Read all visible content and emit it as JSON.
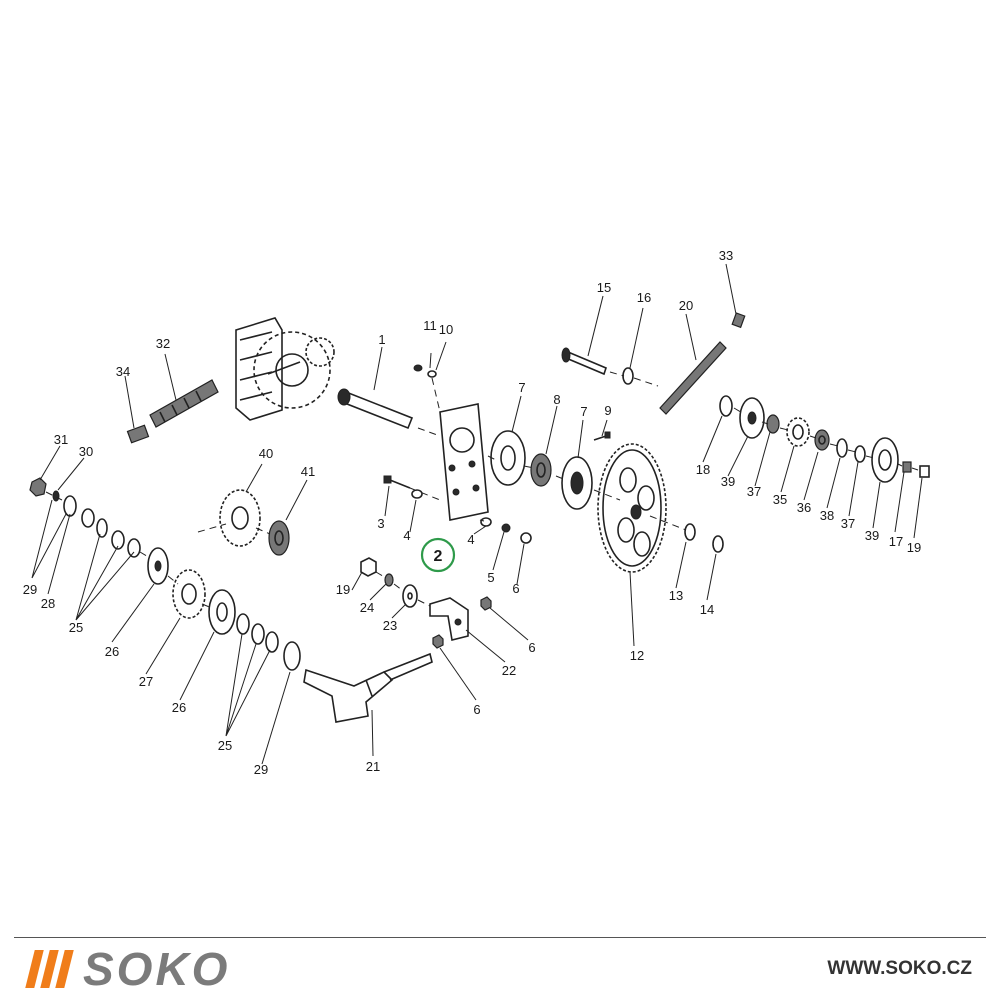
{
  "highlight_color": "#2e9a4a",
  "brand": {
    "name": "SOKO",
    "url": "WWW.SOKO.CZ",
    "accent_color": "#f07d1a",
    "text_color": "#7b7b7b"
  },
  "highlighted_part": "2",
  "part_labels": [
    {
      "id": "l1",
      "text": "1"
    },
    {
      "id": "l2",
      "text": "2"
    },
    {
      "id": "l3",
      "text": "3"
    },
    {
      "id": "l4a",
      "text": "4"
    },
    {
      "id": "l4b",
      "text": "4"
    },
    {
      "id": "l5",
      "text": "5"
    },
    {
      "id": "l6a",
      "text": "6"
    },
    {
      "id": "l6b",
      "text": "6"
    },
    {
      "id": "l6c",
      "text": "6"
    },
    {
      "id": "l7a",
      "text": "7"
    },
    {
      "id": "l7b",
      "text": "7"
    },
    {
      "id": "l8",
      "text": "8"
    },
    {
      "id": "l9",
      "text": "9"
    },
    {
      "id": "l10",
      "text": "10"
    },
    {
      "id": "l11",
      "text": "11"
    },
    {
      "id": "l12",
      "text": "12"
    },
    {
      "id": "l13",
      "text": "13"
    },
    {
      "id": "l14",
      "text": "14"
    },
    {
      "id": "l15",
      "text": "15"
    },
    {
      "id": "l16",
      "text": "16"
    },
    {
      "id": "l17",
      "text": "17"
    },
    {
      "id": "l18",
      "text": "18"
    },
    {
      "id": "l19a",
      "text": "19"
    },
    {
      "id": "l19b",
      "text": "19"
    },
    {
      "id": "l20",
      "text": "20"
    },
    {
      "id": "l21",
      "text": "21"
    },
    {
      "id": "l22",
      "text": "22"
    },
    {
      "id": "l23",
      "text": "23"
    },
    {
      "id": "l24",
      "text": "24"
    },
    {
      "id": "l25a",
      "text": "25"
    },
    {
      "id": "l25b",
      "text": "25"
    },
    {
      "id": "l26a",
      "text": "26"
    },
    {
      "id": "l26b",
      "text": "26"
    },
    {
      "id": "l27",
      "text": "27"
    },
    {
      "id": "l28",
      "text": "28"
    },
    {
      "id": "l29a",
      "text": "29"
    },
    {
      "id": "l29b",
      "text": "29"
    },
    {
      "id": "l30",
      "text": "30"
    },
    {
      "id": "l31",
      "text": "31"
    },
    {
      "id": "l32",
      "text": "32"
    },
    {
      "id": "l33",
      "text": "33"
    },
    {
      "id": "l34",
      "text": "34"
    },
    {
      "id": "l35",
      "text": "35"
    },
    {
      "id": "l36",
      "text": "36"
    },
    {
      "id": "l37a",
      "text": "37"
    },
    {
      "id": "l37b",
      "text": "37"
    },
    {
      "id": "l38",
      "text": "38"
    },
    {
      "id": "l39a",
      "text": "39"
    },
    {
      "id": "l39b",
      "text": "39"
    },
    {
      "id": "l40",
      "text": "40"
    },
    {
      "id": "l41",
      "text": "41"
    }
  ]
}
